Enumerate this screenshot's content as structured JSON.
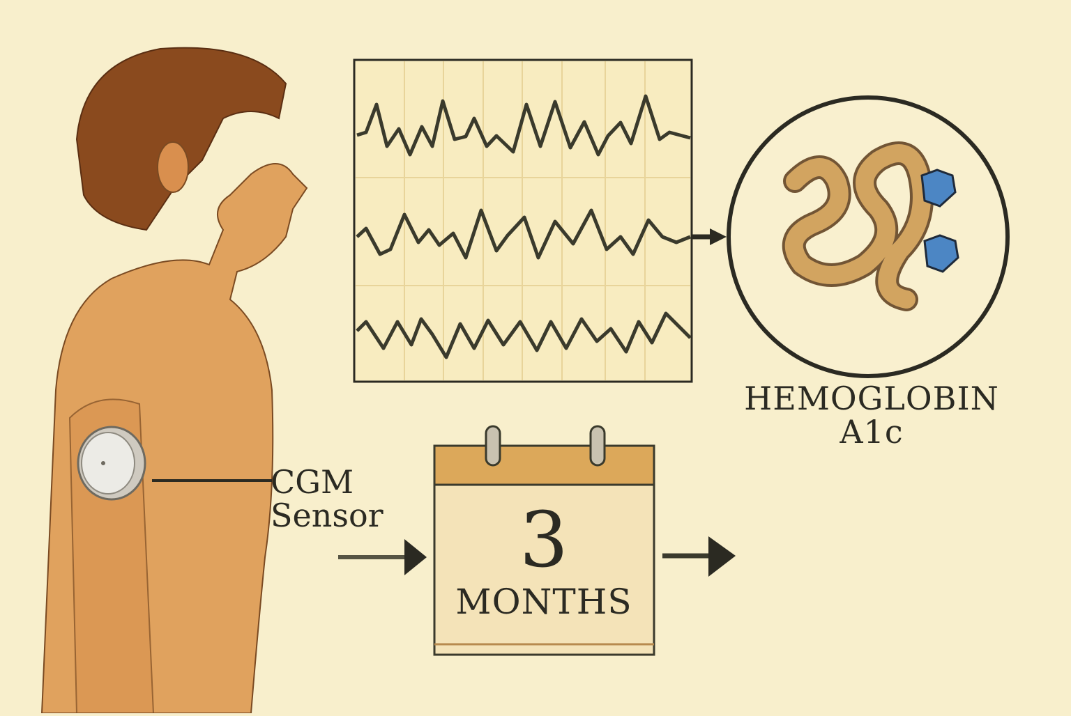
{
  "diagram": {
    "sensor": {
      "label_line1": "CGM",
      "label_line2": "Sensor"
    },
    "calendar": {
      "number": "3",
      "unit": "MONTHS"
    },
    "protein": {
      "label_line1": "HEMOGLOBIN",
      "label_line2": "A1c"
    },
    "graph": {
      "traces": 3,
      "grid_columns": 8,
      "grid_rows": 3
    },
    "colors": {
      "background": "#f8efcc",
      "ink": "#2b2a22",
      "skin": "#e0a25e",
      "hair": "#8a4a1e",
      "protein": "#d2a460",
      "glucose_hexagon": "#4c86c4",
      "calendar_header": "#dca85a",
      "calendar_page": "#f4e3b8",
      "grid_line": "#e8d49a"
    }
  }
}
